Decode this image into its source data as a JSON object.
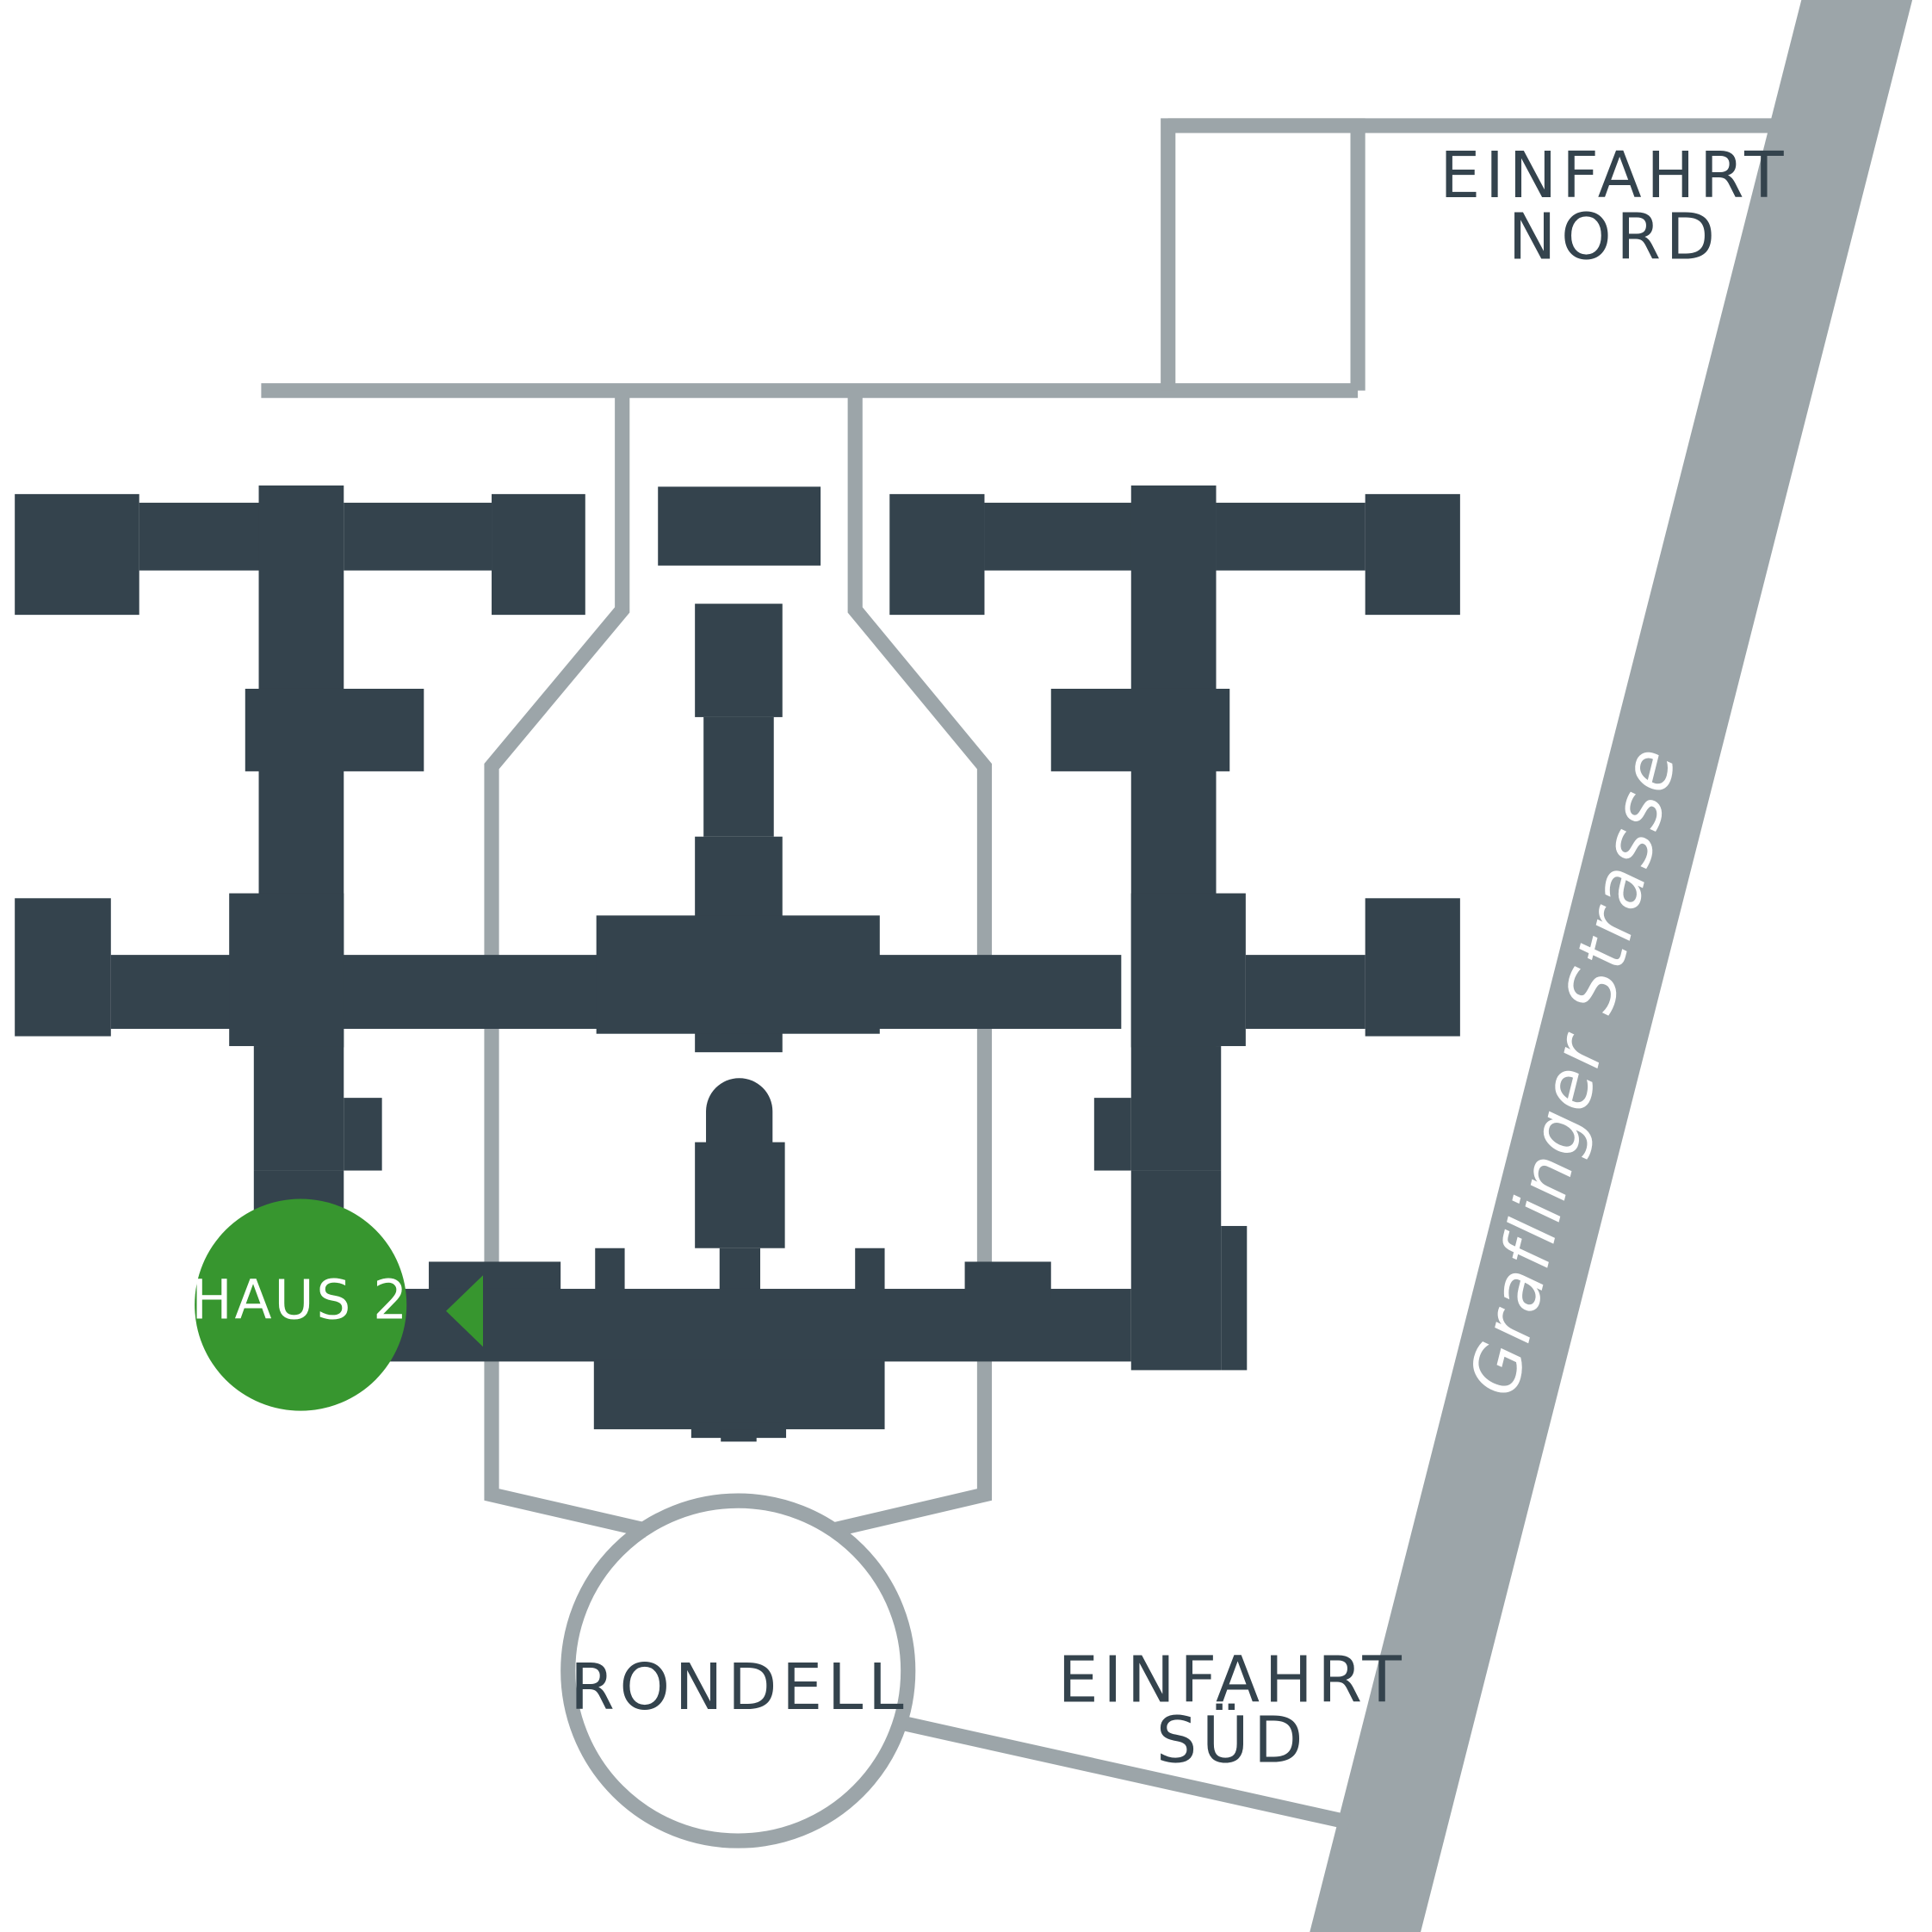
{
  "colors": {
    "building": "#34434d",
    "path": "#9ca5a9",
    "street": "#9ca5a9",
    "highlight": "#37962f",
    "background": "#ffffff"
  },
  "labels": {
    "entrance_north_line1": "EINFAHRT",
    "entrance_north_line2": "NORD",
    "entrance_south_line1": "EINFAHRT",
    "entrance_south_line2": "SÜD",
    "roundabout": "RONDELL",
    "street": "Graflinger Strasse",
    "highlight_building": "HAUS 2"
  },
  "icons": {
    "entrance_marker": "triangle-left-icon"
  }
}
